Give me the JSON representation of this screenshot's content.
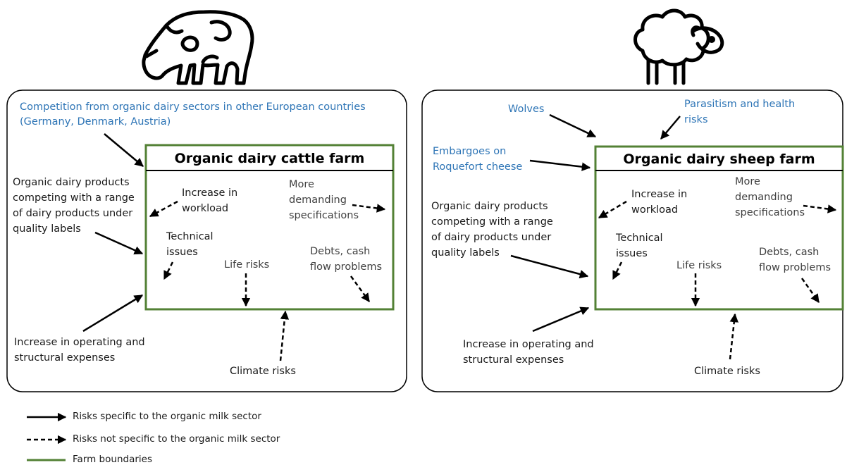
{
  "colors": {
    "outside_risk_text": "#2e75b6",
    "farm_boundary": "#538135",
    "arrow": "#000000"
  },
  "icons": {
    "left": "cow-icon",
    "right": "sheep-icon"
  },
  "cattle": {
    "title": "Organic dairy cattle farm",
    "outside": {
      "competition_line1": "Competition from organic dairy sectors in other European countries",
      "competition_line2": "(Germany, Denmark, Austria)",
      "products_line1": "Organic dairy products",
      "products_line2": "competing with a range",
      "products_line3": "of dairy products under",
      "products_line4": "quality labels",
      "expenses_line1": "Increase in operating and",
      "expenses_line2": "structural expenses",
      "climate": "Climate risks"
    },
    "inside": {
      "workload_line1": "Increase in",
      "workload_line2": "workload",
      "spec_line1": "More",
      "spec_line2": "demanding",
      "spec_line3": "specifications",
      "technical_line1": "Technical",
      "technical_line2": "issues",
      "life": "Life risks",
      "debts_line1": "Debts, cash",
      "debts_line2": "flow problems"
    }
  },
  "sheep": {
    "title": "Organic dairy sheep farm",
    "outside": {
      "wolves": "Wolves",
      "parasitism_line1": "Parasitism and health",
      "parasitism_line2": "risks",
      "embargo_line1": "Embargoes on",
      "embargo_line2": "Roquefort cheese",
      "products_line1": "Organic dairy products",
      "products_line2": "competing with a range",
      "products_line3": "of dairy products under",
      "products_line4": "quality labels",
      "expenses_line1": "Increase in operating and",
      "expenses_line2": "structural expenses",
      "climate": "Climate risks"
    },
    "inside": {
      "workload_line1": "Increase in",
      "workload_line2": "workload",
      "spec_line1": "More",
      "spec_line2": "demanding",
      "spec_line3": "specifications",
      "technical_line1": "Technical",
      "technical_line2": "issues",
      "life": "Life risks",
      "debts_line1": "Debts, cash",
      "debts_line2": "flow problems"
    }
  },
  "legend": {
    "specific": "Risks specific to the organic milk sector",
    "not_specific": "Risks not specific to the organic milk sector",
    "boundaries": "Farm boundaries"
  }
}
